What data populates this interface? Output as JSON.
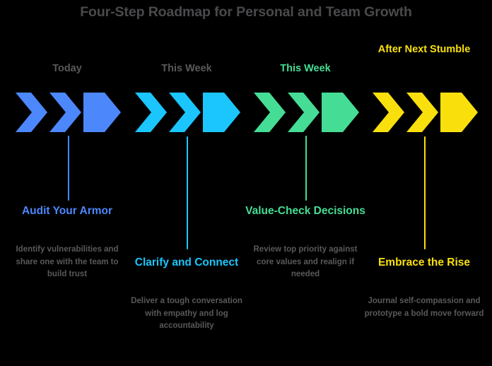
{
  "title": "Four-Step Roadmap for Personal and Team Growth",
  "theme": {
    "background": "#000000",
    "title_color": "#4a4a4d",
    "body_text_color": "#58595b",
    "muted_label_color": "#58595b"
  },
  "steps": [
    {
      "timeframe": "Today",
      "timeframe_color": "#58595b",
      "heading": "Audit Your Armor",
      "description": "Identify vulnerabilities and share one with the team to build trust",
      "color": "#4d87fc",
      "arrow_label": "chevron-arrow-step-1"
    },
    {
      "timeframe": "This Week",
      "timeframe_color": "#58595b",
      "heading": "Clarify and Connect",
      "description": "Deliver a tough conversation with empathy and log accountability",
      "color": "#1ac6fd",
      "arrow_label": "chevron-arrow-step-2"
    },
    {
      "timeframe": "This Week",
      "timeframe_color": "#45dd95",
      "heading": "Value-Check Decisions",
      "description": "Review top priority against core values and realign if needed",
      "color": "#45dd95",
      "arrow_label": "chevron-arrow-step-3"
    },
    {
      "timeframe": "After Next Stumble",
      "timeframe_color": "#f9e00d",
      "heading": "Embrace the Rise",
      "description": "Journal self-compassion and prototype a bold move forward",
      "color": "#f9e00d",
      "arrow_label": "chevron-arrow-step-4"
    }
  ]
}
